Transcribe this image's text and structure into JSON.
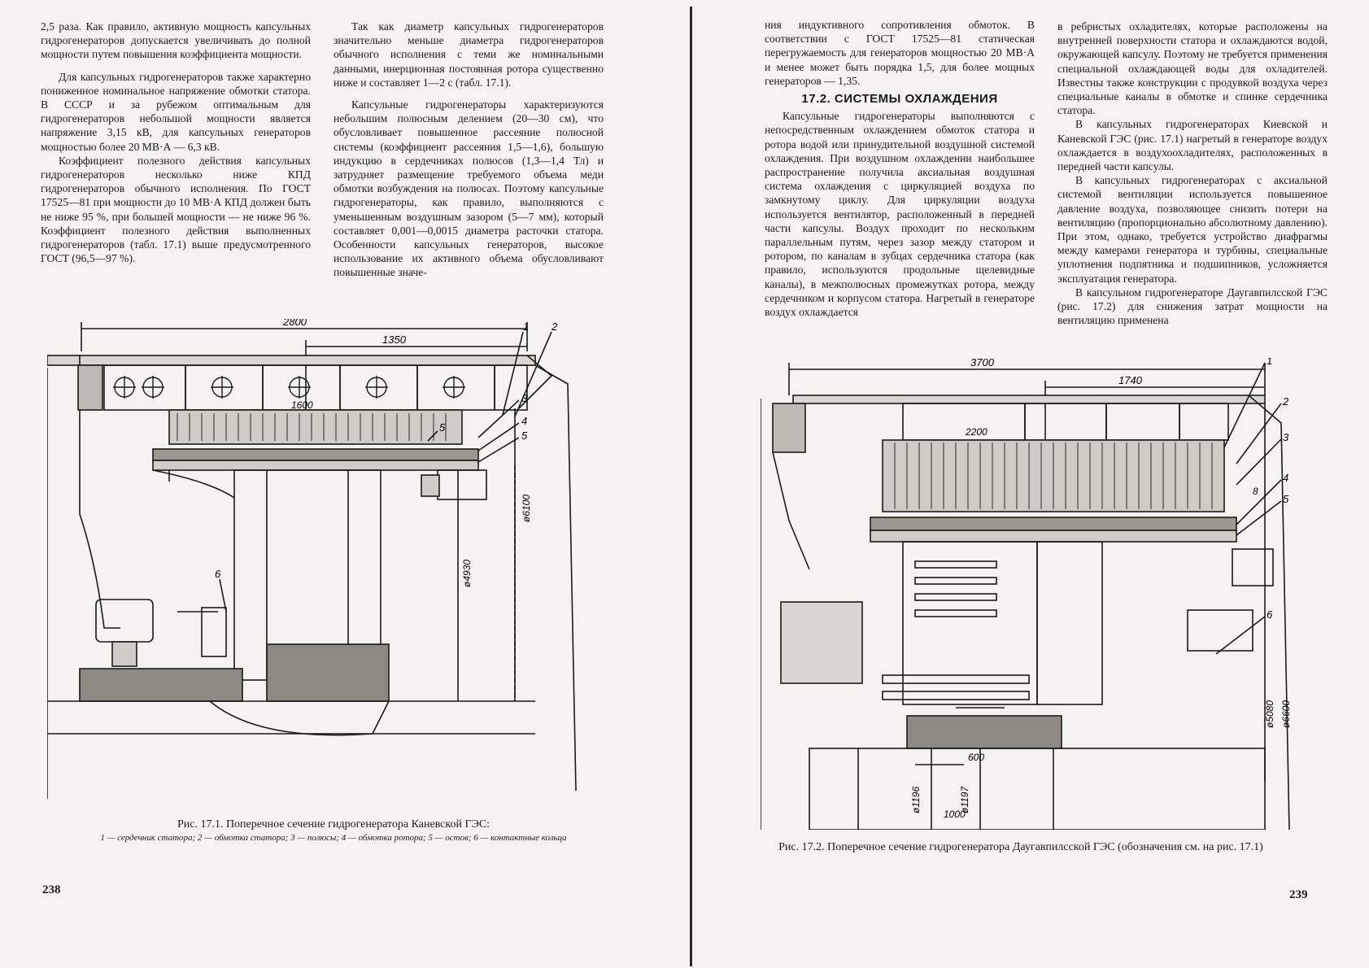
{
  "left_page": {
    "col1": [
      "2,5 раза. Как правило, активную мощность капсульных гидрогенераторов допускается увеличивать до полной мощности путем повышения коэффициента мощности.",
      "Для капсульных гидрогенераторов также характерно пониженное номинальное напряжение обмотки статора. В СССР и за рубежом оптимальным для гидрогенераторов небольшой мощности является напряжение 3,15 кВ, для капсульных генераторов мощностью более 20 МВ·А — 6,3 кВ.",
      "Коэффициент полезного действия капсульных гидрогенераторов несколько ниже КПД гидрогенераторов обычного исполнения. По ГОСТ 17525—81 при мощности до 10 МВ·А КПД должен быть не ниже 95 %, при большей мощности — не ниже 96 %. Коэффициент полезного действия выполненных гидрогенераторов (табл. 17.1) выше предусмотренного ГОСТ (96,5—97 %)."
    ],
    "col2": [
      "Так как диаметр капсульных гидрогенераторов значительно меньше диаметра гидрогенераторов обычного исполнения с теми же номинальными данными, инерционная постоянная ротора существенно ниже и составляет 1—2 с (табл. 17.1).",
      "Капсульные гидрогенераторы характеризуются небольшим полюсным делением (20—30 см), что обусловливает повышенное рассеяние полюсной системы (коэффициент рассеяния 1,5—1,6), большую индукцию в сердечниках полюсов (1,3—1,4 Тл) и затрудняет размещение требуемого объема меди обмотки возбуждения на полюсах. Поэтому капсульные гидрогенераторы, как правило, выполняются с уменьшенным воздушным зазором (5—7 мм), который составляет 0,001—0,0015 диаметра расточки статора. Особенности капсульных генераторов, высокое использование их активного объема обусловливают повышенные значе-"
    ],
    "figure": {
      "dims": [
        "2800",
        "1350",
        "1600",
        "ø6100",
        "ø4930"
      ],
      "labels": [
        "1",
        "2",
        "3",
        "4",
        "5",
        "6",
        "5"
      ]
    },
    "caption_title": "Рис. 17.1. Поперечное сечение гидрогенератора Каневской ГЭС:",
    "caption_legend": "1 — сердечник статора; 2 — обмотка статора; 3 — полюсы; 4 — обмотка ротора; 5 — остов; 6 — контактные кольца",
    "page_number": "238"
  },
  "right_page": {
    "col1_intro": "ния индуктивного сопротивления обмоток. В соответствии с ГОСТ 17525—81 статическая перегружаемость для генераторов мощностью 20 МВ·А и менее может быть порядка 1,5, для более мощных генераторов — 1,35.",
    "section_heading": "17.2. СИСТЕМЫ ОХЛАЖДЕНИЯ",
    "col1_body": "Капсульные гидрогенераторы выполняются с непосредственным охлаждением обмоток статора и ротора водой или принудительной воздушной системой охлаждения. При воздушном охлаждении наибольшее распространение получила аксиальная воздушная система охлаждения с циркуляцией воздуха по замкнутому циклу. Для циркуляции воздуха используется вентилятор, расположенный в передней части капсулы. Воздух проходит по нескольким параллельным путям, через зазор между статором и ротором, по каналам в зубцах сердечника статора (как правило, используются продольные щелевидные каналы), в межполюсных промежутках ротора, между сердечником и корпусом статора. Нагретый в генераторе воздух охлаждается",
    "col2": [
      "в ребристых охладителях, которые расположены на внутренней поверхности статора и охлаждаются водой, окружающей капсулу. Поэтому не требуется применения специальной охлаждающей воды для охладителей. Известны также конструкции с продувкой воздуха через специальные каналы в обмотке и спинке сердечника статора.",
      "В капсульных гидрогенераторах Киевской и Каневской ГЭС (рис. 17.1) нагретый в генераторе воздух охлаждается в воздухоохладителях, расположенных в передней части капсулы.",
      "В капсульных гидрогенераторах с аксиальной системой вентиляции используется повышенное давление воздуха, позволяющее снизить потери на вентиляцию (пропорционально абсолютному давлению). При этом, однако, требуется устройство диафрагмы между камерами генератора и турбины, специальные уплотнения подпятника и подшипников, усложняется эксплуатация генератора.",
      "В капсульном гидрогенераторе Даугавпилсской ГЭС (рис. 17.2) для снижения затрат мощности на вентиляцию применена"
    ],
    "figure": {
      "dims": [
        "3700",
        "1740",
        "2200",
        "8",
        "ø5080",
        "ø6600",
        "ø1196",
        "ø1197",
        "600",
        "1000"
      ],
      "labels": [
        "1",
        "2",
        "3",
        "4",
        "5",
        "6"
      ]
    },
    "caption": "Рис. 17.2. Поперечное сечение гидрогенератора Даугавпилсской ГЭС (обозначения см. на рис. 17.1)",
    "page_number": "239"
  }
}
